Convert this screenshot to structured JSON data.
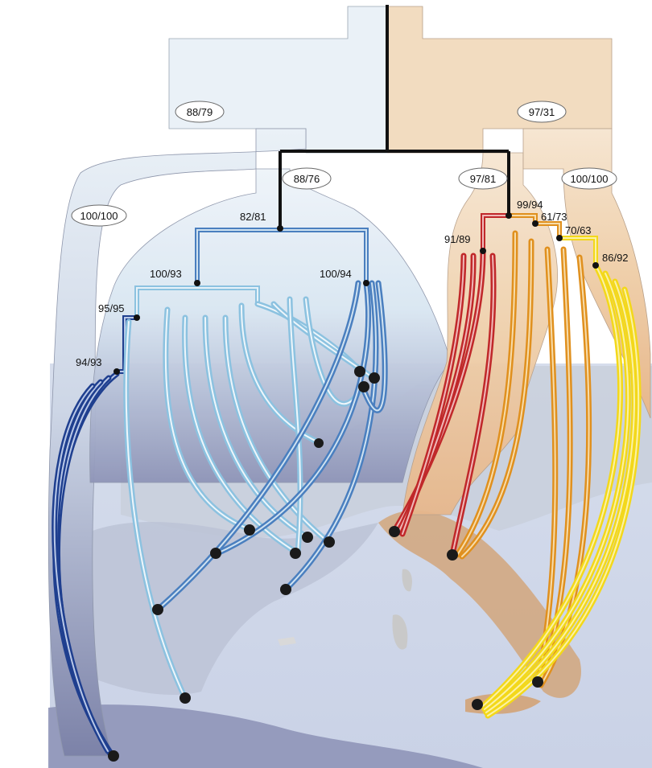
{
  "support_values": {
    "oval": {
      "left_root": "88/79",
      "right_root": "97/31",
      "left_outer": "100/100",
      "left_inner": "88/76",
      "right_inner": "97/81",
      "right_outer": "100/100"
    },
    "node": {
      "west_clade": "82/81",
      "west_a": "100/93",
      "west_b": "100/94",
      "west_c": "95/95",
      "west_d": "94/93",
      "east_clade": "99/94",
      "east_red": "91/89",
      "east_a": "61/73",
      "east_b": "70/63",
      "east_yellow": "86/92"
    }
  },
  "colors": {
    "dark_blue": "#1f3f8f",
    "mid_blue": "#4a7fbf",
    "light_blue": "#8cc2e0",
    "red": "#c0282a",
    "orange": "#e0901e",
    "yellow": "#f3d81a",
    "west_background": "#dfeaf3",
    "east_background": "#efd2ac",
    "black_tree": "#111111",
    "node_dot": "#1a1a1a"
  }
}
